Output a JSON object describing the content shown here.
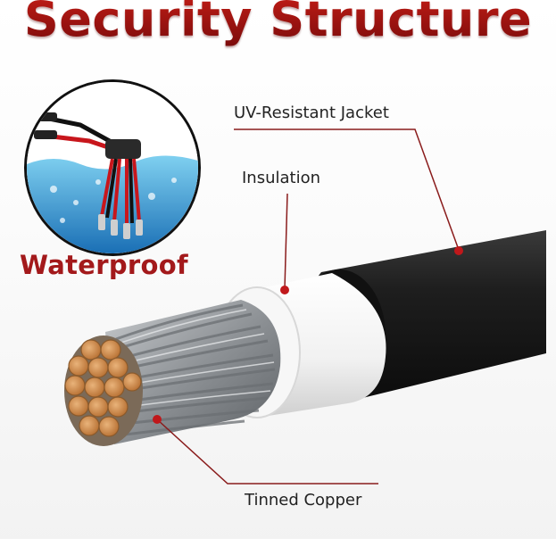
{
  "title": "Security Structure",
  "inset": {
    "caption": "Waterproof",
    "image": "waterproof-connector-in-water-illustration"
  },
  "labels": {
    "jacket": "UV-Resistant Jacket",
    "insulation": "Insulation",
    "copper": "Tinned Copper"
  },
  "colors": {
    "title_red": "#b01a16",
    "caption_red": "#a3191b",
    "leader_line": "#8a1c1c",
    "leader_dot": "#c0181b",
    "jacket": "#1c1c1c",
    "insulation": "#f4f4f4",
    "strands": "#9a9ea2",
    "copper_core": "#c98040"
  },
  "icons": [
    "cable-cross-section-illustration",
    "waterproof-connector-illustration"
  ]
}
